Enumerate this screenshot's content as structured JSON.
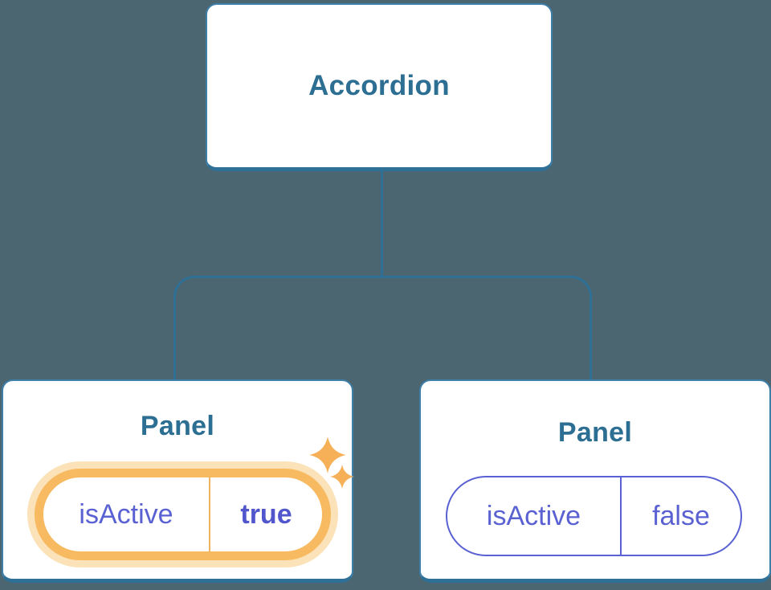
{
  "diagram": {
    "type": "component-tree",
    "root": {
      "label": "Accordion"
    },
    "children": [
      {
        "label": "Panel",
        "state": {
          "name": "isActive",
          "value": "true"
        },
        "active": true,
        "decoration": "sparkle-icons"
      },
      {
        "label": "Panel",
        "state": {
          "name": "isActive",
          "value": "false"
        },
        "active": false
      }
    ],
    "colors": {
      "bg": "#4B6671",
      "card-border": "#3D7FA9",
      "line": "#2E7096",
      "blue-text": "#2D6E93",
      "indigo": "#5A61D2",
      "indigo-bold": "#5156CD",
      "orange": "#F7BA61",
      "orange-glow": "#FBE2B8",
      "orange-divider": "#F2B25C",
      "sparkle": "#F6B057"
    }
  }
}
